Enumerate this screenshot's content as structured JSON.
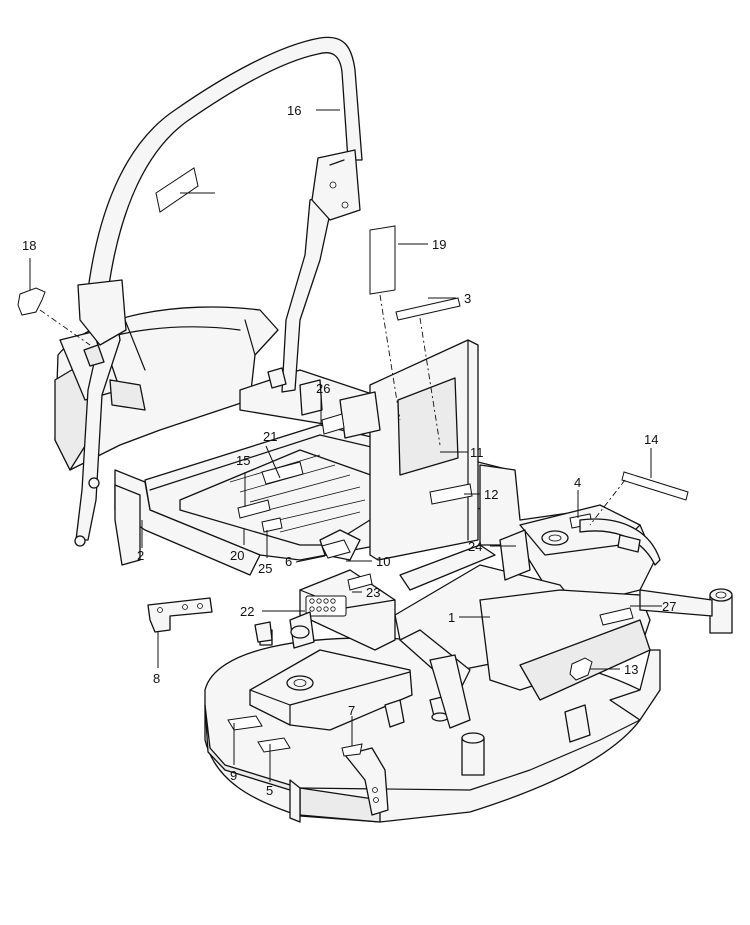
{
  "diagram": {
    "callouts": [
      "1",
      "2",
      "3",
      "4",
      "5",
      "6",
      "7",
      "8",
      "9",
      "10",
      "11",
      "12",
      "13",
      "14",
      "15",
      "16",
      "18",
      "19",
      "20",
      "21",
      "22",
      "23",
      "24",
      "25",
      "26",
      "27"
    ]
  }
}
